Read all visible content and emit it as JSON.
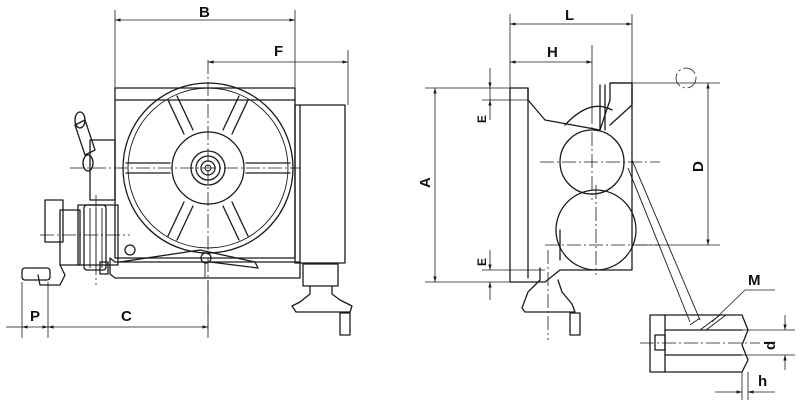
{
  "labels": {
    "B": "B",
    "F": "F",
    "C": "C",
    "P": "P",
    "L": "L",
    "H": "H",
    "A": "A",
    "E_top": "E",
    "E_bottom": "E",
    "D": "D",
    "M": "M",
    "d": "d",
    "h": "h"
  }
}
